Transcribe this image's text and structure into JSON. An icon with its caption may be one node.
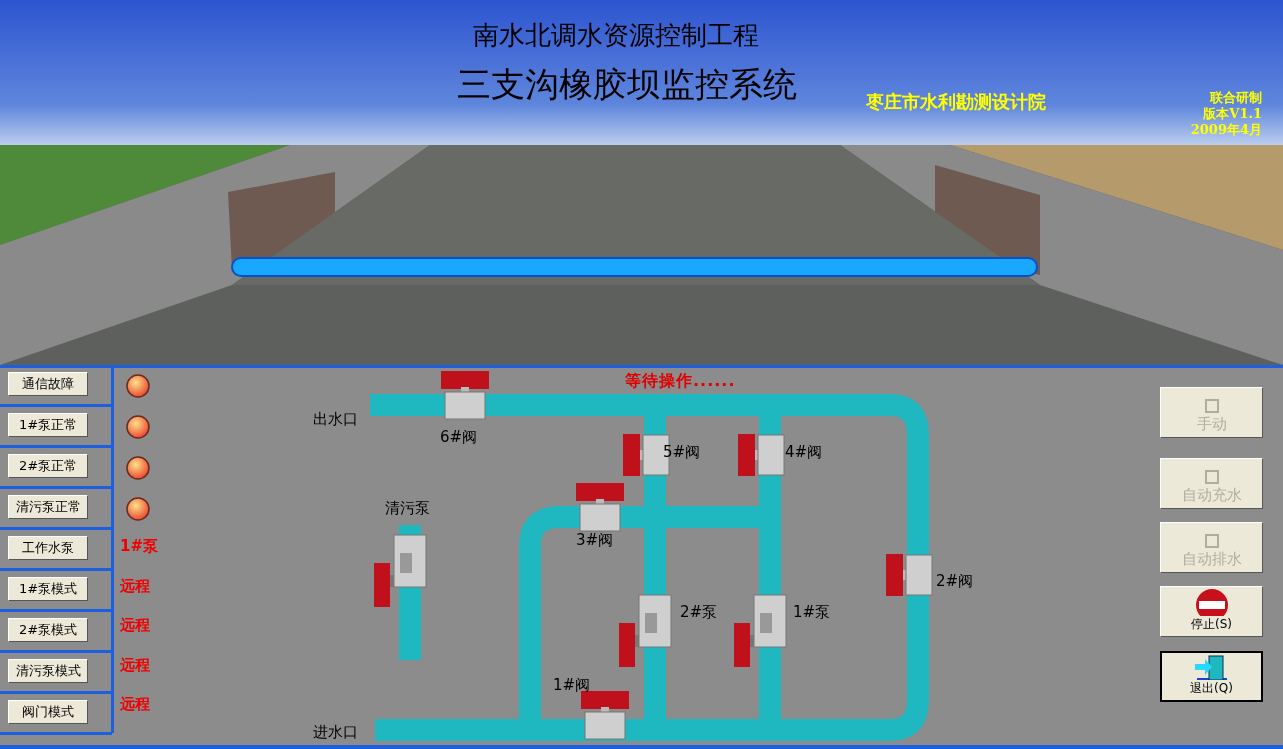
{
  "diagram": {
    "labels": [
      "南水北调水资源控制工程",
      "三支沟橡胶坝监控系统",
      "枣庄市水利勘测设计院",
      "联合研制",
      "版本V1.1",
      "2009年4月",
      "通信故障",
      "1#泵正常",
      "2#泵正常",
      "清污泵正常",
      "工作水泵",
      "1#泵",
      "1#泵模式",
      "远程",
      "2#泵模式",
      "远程",
      "清污泵模式",
      "远程",
      "阀门模式",
      "远程",
      "等待操作......",
      "出水口",
      "6#阀",
      "5#阀",
      "4#阀",
      "清污泵",
      "3#阀",
      "2#阀",
      "2#泵",
      "1#泵",
      "1#阀",
      "进水口",
      "手动",
      "自动充水",
      "自动排水",
      "停止(S)",
      "退出(Q)"
    ]
  }
}
